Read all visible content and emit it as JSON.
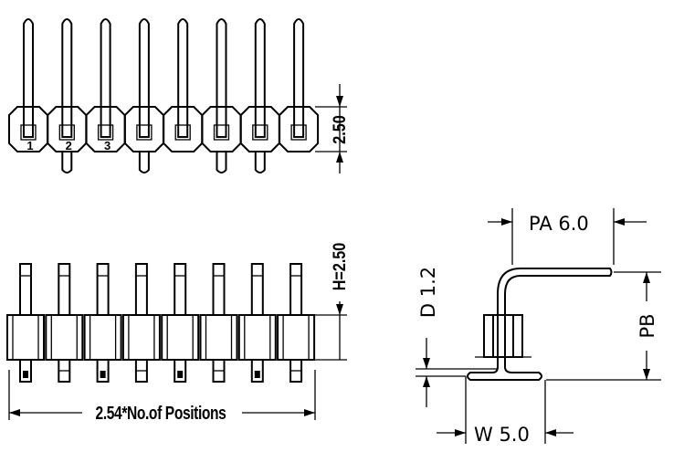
{
  "top_view": {
    "pin_count": 8,
    "pin_labels": [
      "1",
      "2",
      "3"
    ],
    "pitch_label": "2.50"
  },
  "front_view": {
    "pin_count": 8,
    "height_label": "H=2.50",
    "length_label": "2.54*No.of Positions"
  },
  "side_view": {
    "pa_label": "PA 6.0",
    "pb_label": "PB",
    "d_label": "D 1.2",
    "w_label": "W 5.0"
  }
}
